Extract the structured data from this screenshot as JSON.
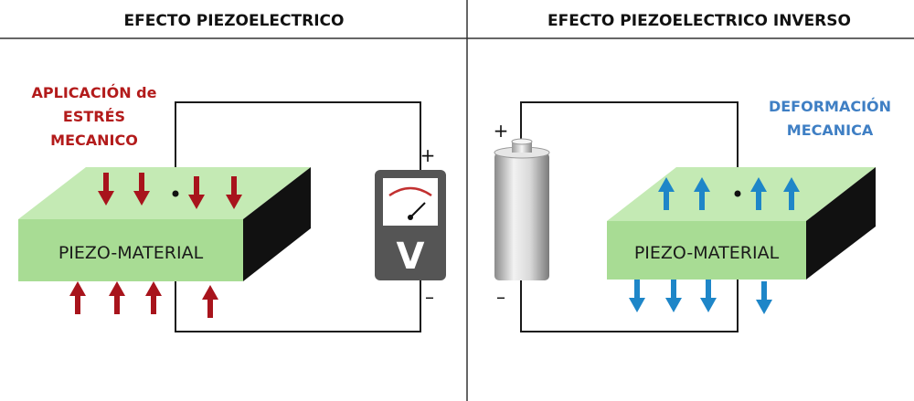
{
  "left_panel": {
    "title": "EFECTO PIEZOELECTRICO",
    "stress_label": [
      "APLICACIÓN de",
      "ESTRÉS",
      "MECANICO"
    ],
    "material_label": "PIEZO-MATERIAL",
    "plus_sign": "+",
    "minus_sign": "–",
    "meter_letter": "V"
  },
  "right_panel": {
    "title": "EFECTO PIEZOELECTRICO INVERSO",
    "deformation_label": [
      "DEFORMACIÓN",
      "MECANICA"
    ],
    "material_label": "PIEZO-MATERIAL",
    "plus_sign": "+",
    "minus_sign": "–"
  },
  "colors": {
    "stress_arrows": "#a8141c",
    "deformation_arrows": "#1e86c8",
    "material_top": "#c4eab4",
    "material_front": "#a8dc94",
    "material_side": "#111111",
    "meter_body": "#555555",
    "divider": "#333333"
  }
}
